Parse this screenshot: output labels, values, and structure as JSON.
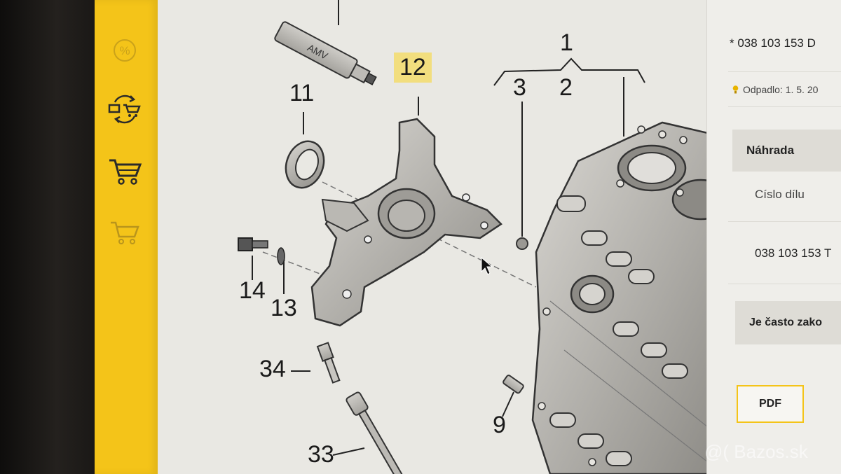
{
  "sidebar": {
    "items": [
      {
        "icon": "percent-icon"
      },
      {
        "icon": "cart-exchange-icon"
      },
      {
        "icon": "cart-icon"
      },
      {
        "icon": "cart-outline-icon"
      }
    ]
  },
  "diagram": {
    "sealant_label": "AMV",
    "callouts": [
      "1",
      "2",
      "3",
      "11",
      "12",
      "14",
      "13",
      "34",
      "33",
      "9"
    ],
    "highlighted_callout": "12"
  },
  "panel": {
    "part_number": "* 038 103 153 D",
    "odpadlo": "Odpadlo: 1. 5. 20",
    "nahrada_header": "Náhrada",
    "cislo_dilu_label": "Císlo dílu",
    "replacement_number": "038 103 153 T",
    "casto_header": "Je často zako",
    "pdf_button": "PDF"
  },
  "watermark": "@( Bazos.sk",
  "colors": {
    "accent": "#f4c419",
    "highlight": "#f2de7e"
  }
}
